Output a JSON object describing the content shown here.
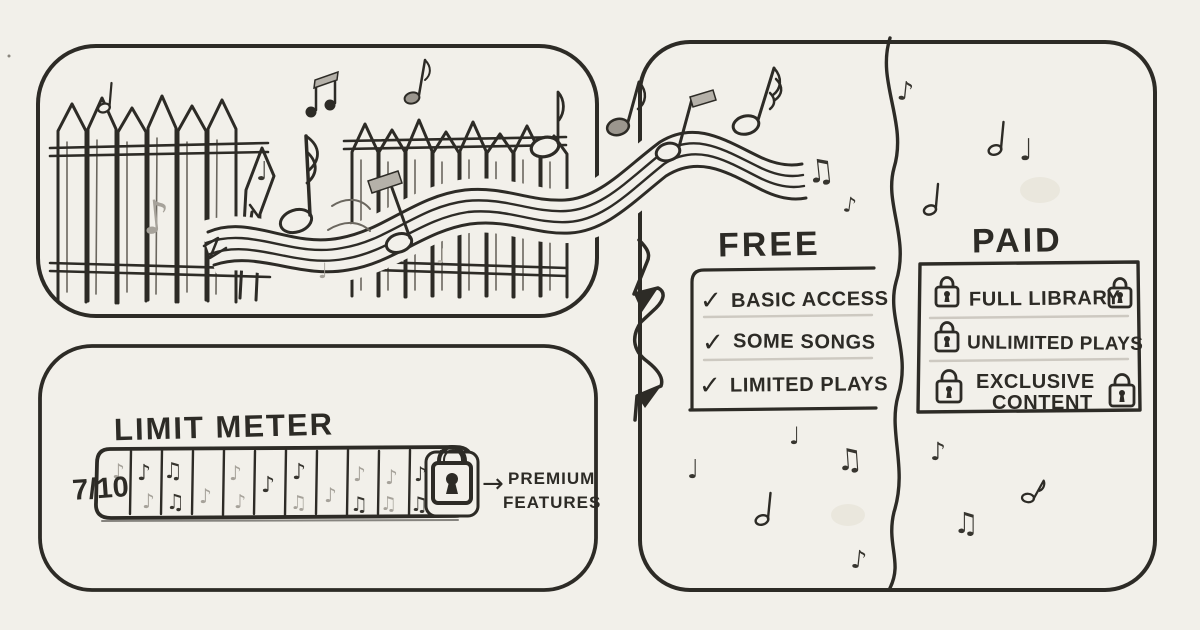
{
  "colors": {
    "paper": "#f2f0ea",
    "ink": "#2d2b26",
    "gray_note": "#a6a29a",
    "faint_note": "#c0bcb3",
    "separator": "#cdc9c1"
  },
  "glyphs": {
    "eighth": "♪",
    "beamed": "♫",
    "quarter": "♩",
    "check": "✓",
    "arrow": "→"
  },
  "limit_meter": {
    "title": "LIMIT METER",
    "counter": "7/10",
    "segments_total": 10,
    "segments_used": 7,
    "premium_label_line1": "PREMIUM",
    "premium_label_line2": "FEATURES"
  },
  "plans": {
    "free": {
      "title": "FREE",
      "items": [
        "BASIC ACCESS",
        "SOME SONGS",
        "LIMITED PLAYS"
      ]
    },
    "paid": {
      "title": "PAID",
      "items": [
        "FULL LIBRARY",
        "UNLIMITED PLAYS",
        "EXCLUSIVE CONTENT"
      ],
      "item3_line1": "EXCLUSIVE",
      "item3_line2": "CONTENT"
    }
  }
}
